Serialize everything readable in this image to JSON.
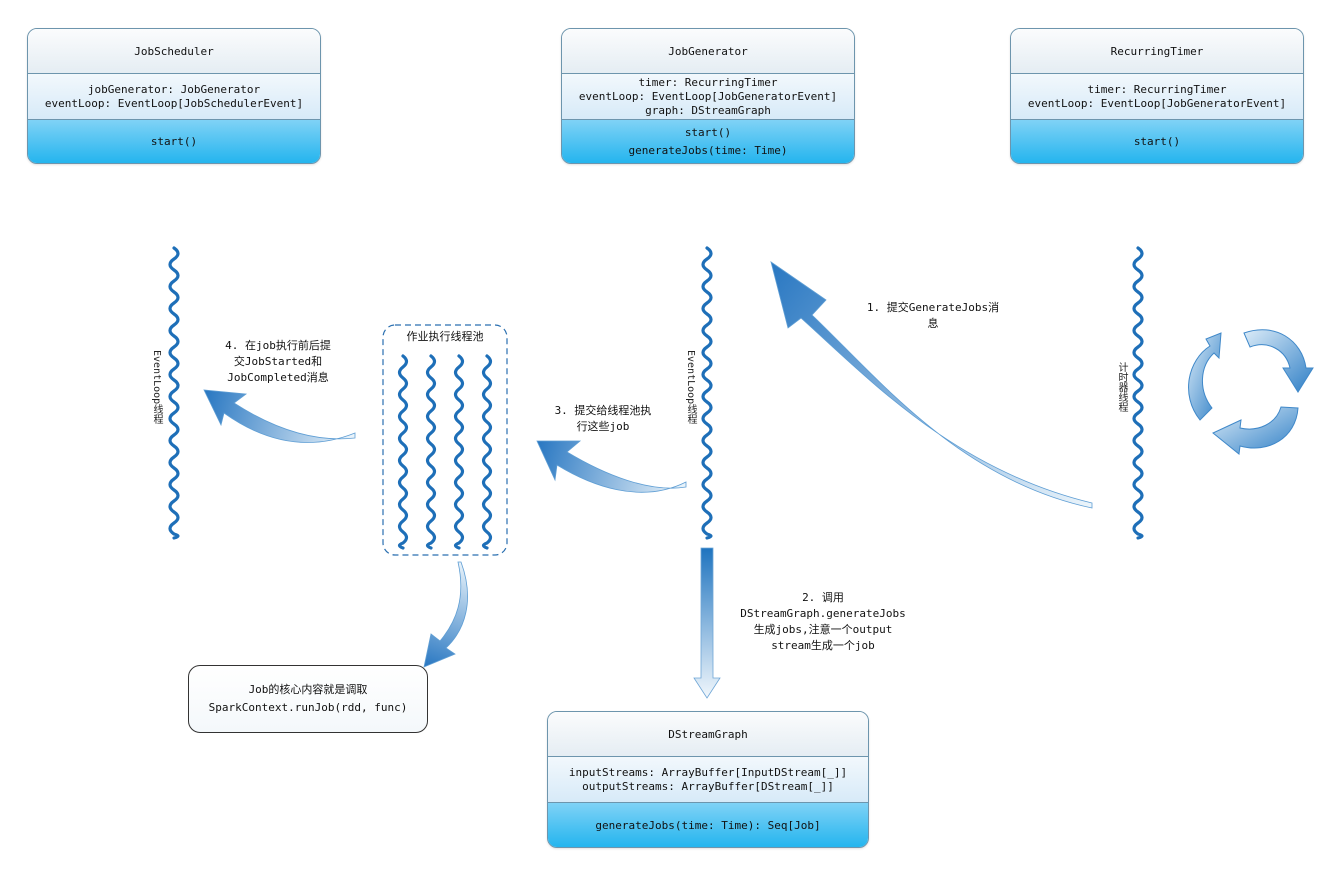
{
  "job_scheduler": {
    "name": "JobScheduler",
    "attributes": [
      "jobGenerator: JobGenerator",
      "eventLoop: EventLoop[JobSchedulerEvent]"
    ],
    "operations": [
      "start()"
    ]
  },
  "job_generator": {
    "name": "JobGenerator",
    "attributes": [
      "timer: RecurringTimer",
      "eventLoop: EventLoop[JobGeneratorEvent]",
      "graph: DStreamGraph"
    ],
    "operations": [
      "start()",
      "generateJobs(time: Time)"
    ]
  },
  "recurring_timer": {
    "name": "RecurringTimer",
    "attributes": [
      "timer: RecurringTimer",
      "eventLoop: EventLoop[JobGeneratorEvent]"
    ],
    "operations": [
      "start()"
    ]
  },
  "dstream_graph": {
    "name": "DStreamGraph",
    "attributes": [
      "inputStreams: ArrayBuffer[InputDStream[_]]",
      "outputStreams: ArrayBuffer[DStream[_]]"
    ],
    "operations": [
      "generateJobs(time: Time): Seq[Job]"
    ]
  },
  "thread_labels": {
    "scheduler_thread": "EventLoop线程",
    "generator_thread": "EventLoop线程",
    "timer_thread": "计时器线程",
    "pool_title": "作业执行线程池"
  },
  "steps": {
    "step1": [
      "1. 提交GenerateJobs消",
      "息"
    ],
    "step2": [
      "2. 调用",
      "DStreamGraph.generateJobs",
      "生成jobs,注意一个output",
      "stream生成一个job"
    ],
    "step3": [
      "3. 提交给线程池执",
      "行这些job"
    ],
    "step4": [
      "4. 在job执行前后提",
      "交JobStarted和",
      "JobCompleted消息"
    ]
  },
  "note": [
    "Job的核心内容就是调取",
    "SparkContext.runJob(rdd, func)"
  ],
  "colors": {
    "thread_wave": "#1e6fb8",
    "arrow_dark": "#2a78c2",
    "arrow_light": "#e9f3fa",
    "ops_fill": "#22b4ee",
    "border": "#6d95ad"
  }
}
